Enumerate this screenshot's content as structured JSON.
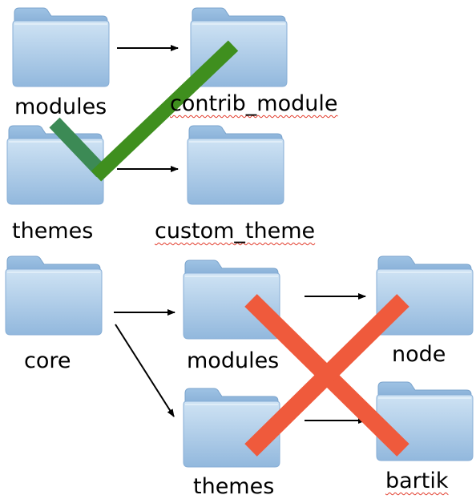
{
  "labels": {
    "modules": "modules",
    "contrib_module": "contrib_module",
    "themes": "themes",
    "custom_theme": "custom_theme",
    "core": "core",
    "core_modules": "modules",
    "node": "node",
    "core_themes": "themes",
    "bartik": "bartik"
  },
  "colors": {
    "folder_light": "#c4dcf0",
    "folder_mid": "#9fc2e3",
    "folder_dark": "#86add5",
    "arrow": "#000000",
    "check_mark": "#3f8f1e",
    "check_mark_dark": "#3c8a55",
    "cross_mark": "#ef5a3c",
    "spellcheck_underline": "#e23b2b"
  },
  "icons": {
    "folder": "folder-icon",
    "arrow": "arrow-right-icon",
    "approve": "checkmark-icon",
    "reject": "cross-icon"
  }
}
